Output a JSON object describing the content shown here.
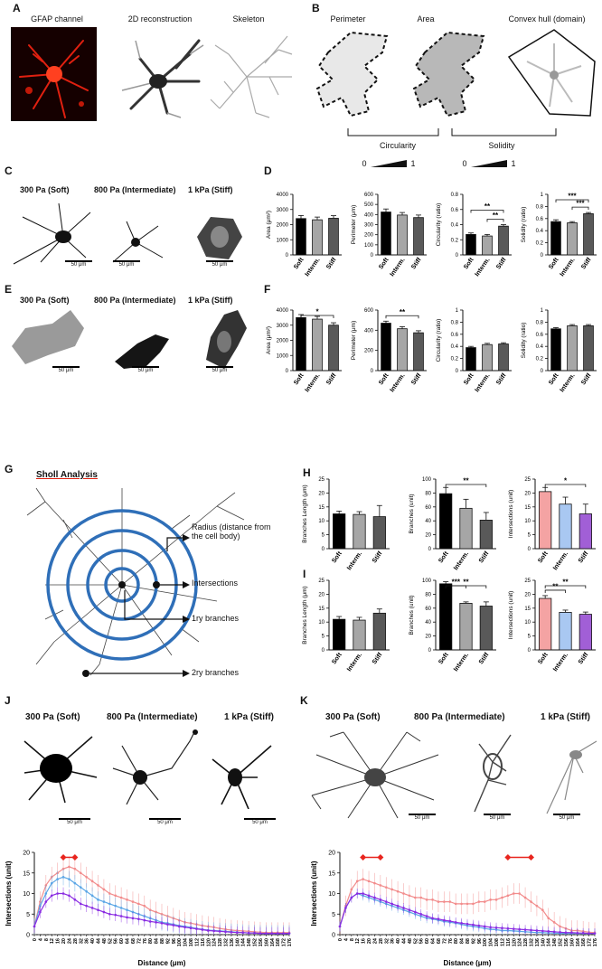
{
  "panel_letters": [
    "A",
    "B",
    "C",
    "D",
    "E",
    "F",
    "G",
    "H",
    "I",
    "J",
    "K"
  ],
  "panelA": {
    "captions": [
      "GFAP channel",
      "2D reconstruction",
      "Skeleton"
    ]
  },
  "panelB": {
    "captions": [
      "Perimeter",
      "Area",
      "Convex hull (domain)"
    ],
    "metrics": [
      "Circularity",
      "Solidity"
    ],
    "scale_min": "0",
    "scale_max": "1"
  },
  "conditions": [
    "300 Pa (Soft)",
    "800 Pa (Intermediate)",
    "1 kPa (Stiff)"
  ],
  "scalebar_label": "50 μm",
  "groups": [
    "Soft",
    "Interm.",
    "Stiff"
  ],
  "colors": {
    "bar_dark": [
      "#000000",
      "#a6a6a6",
      "#595959"
    ],
    "bar_pastel": [
      "#f4a3a3",
      "#a9c8f2",
      "#a15fd6"
    ],
    "line_red": "#f28c8c",
    "line_blue": "#5aa6e6",
    "line_purple": "#8a2be2",
    "marker_red": "#e8251e",
    "accent_blue": "#2f6fb8"
  },
  "panelG": {
    "title": "Sholl Analysis",
    "labels": [
      "Radius (distance from the cell body)",
      "Intersections",
      "1ry branches",
      "2ry branches"
    ]
  },
  "chart_data": [
    {
      "id": "D1",
      "type": "bar",
      "ylabel": "Area (μm²)",
      "ylim": [
        0,
        4000
      ],
      "yticks": [
        0,
        1000,
        2000,
        3000,
        4000
      ],
      "categories": [
        "Soft",
        "Interm.",
        "Stiff"
      ],
      "values": [
        2400,
        2320,
        2420
      ],
      "errors": [
        200,
        180,
        170
      ],
      "sig": []
    },
    {
      "id": "D2",
      "type": "bar",
      "ylabel": "Perimeter (μm)",
      "ylim": [
        0,
        600
      ],
      "yticks": [
        0,
        100,
        200,
        300,
        400,
        500,
        600
      ],
      "categories": [
        "Soft",
        "Interm.",
        "Stiff"
      ],
      "values": [
        425,
        395,
        370
      ],
      "errors": [
        30,
        25,
        25
      ],
      "sig": []
    },
    {
      "id": "D3",
      "type": "bar",
      "ylabel": "Circularity (ratio)",
      "ylim": [
        0,
        0.8
      ],
      "yticks": [
        0.0,
        0.2,
        0.4,
        0.6,
        0.8
      ],
      "categories": [
        "Soft",
        "Interm.",
        "Stiff"
      ],
      "values": [
        0.27,
        0.25,
        0.38
      ],
      "errors": [
        0.02,
        0.02,
        0.02
      ],
      "sig": [
        {
          "from": 0,
          "to": 2,
          "label": "**"
        },
        {
          "from": 1,
          "to": 2,
          "label": "**"
        }
      ]
    },
    {
      "id": "D4",
      "type": "bar",
      "ylabel": "Solidity (ratio)",
      "ylim": [
        0,
        1.0
      ],
      "yticks": [
        0.0,
        0.2,
        0.4,
        0.6,
        0.8,
        1.0
      ],
      "categories": [
        "Soft",
        "Interm.",
        "Stiff"
      ],
      "values": [
        0.55,
        0.53,
        0.68
      ],
      "errors": [
        0.03,
        0.02,
        0.02
      ],
      "sig": [
        {
          "from": 0,
          "to": 2,
          "label": "***"
        },
        {
          "from": 1,
          "to": 2,
          "label": "***"
        }
      ]
    },
    {
      "id": "F1",
      "type": "bar",
      "ylabel": "Area (μm²)",
      "ylim": [
        0,
        4000
      ],
      "yticks": [
        0,
        1000,
        2000,
        3000,
        4000
      ],
      "categories": [
        "Soft",
        "Interm.",
        "Stiff"
      ],
      "values": [
        3500,
        3400,
        3000
      ],
      "errors": [
        200,
        180,
        160
      ],
      "sig": [
        {
          "from": 0,
          "to": 2,
          "label": "*"
        }
      ]
    },
    {
      "id": "F2",
      "type": "bar",
      "ylabel": "Perimeter (μm)",
      "ylim": [
        0,
        600
      ],
      "yticks": [
        0,
        200,
        400,
        600
      ],
      "categories": [
        "Soft",
        "Interm.",
        "Stiff"
      ],
      "values": [
        470,
        415,
        375
      ],
      "errors": [
        20,
        20,
        20
      ],
      "sig": [
        {
          "from": 0,
          "to": 2,
          "label": "**"
        }
      ]
    },
    {
      "id": "F3",
      "type": "bar",
      "ylabel": "Circularity (ratio)",
      "ylim": [
        0,
        1.0
      ],
      "yticks": [
        0.0,
        0.2,
        0.4,
        0.6,
        0.8,
        1.0
      ],
      "categories": [
        "Soft",
        "Interm.",
        "Stiff"
      ],
      "values": [
        0.38,
        0.43,
        0.44
      ],
      "errors": [
        0.02,
        0.02,
        0.02
      ],
      "sig": []
    },
    {
      "id": "F4",
      "type": "bar",
      "ylabel": "Solidity (ratio)",
      "ylim": [
        0,
        1.0
      ],
      "yticks": [
        0.0,
        0.2,
        0.4,
        0.6,
        0.8,
        1.0
      ],
      "categories": [
        "Soft",
        "Interm.",
        "Stiff"
      ],
      "values": [
        0.69,
        0.74,
        0.74
      ],
      "errors": [
        0.02,
        0.02,
        0.02
      ],
      "sig": []
    },
    {
      "id": "H1",
      "type": "bar",
      "ylabel": "Branches Length (μm)",
      "ylim": [
        0,
        25
      ],
      "yticks": [
        0,
        5,
        10,
        15,
        20,
        25
      ],
      "categories": [
        "Soft",
        "Interm.",
        "Stiff"
      ],
      "values": [
        12.5,
        12.3,
        11.5
      ],
      "errors": [
        1,
        1,
        4
      ],
      "sig": []
    },
    {
      "id": "H2",
      "type": "bar",
      "ylabel": "Branches (unit)",
      "ylim": [
        0,
        100
      ],
      "yticks": [
        0,
        20,
        40,
        60,
        80,
        100
      ],
      "categories": [
        "Soft",
        "Interm.",
        "Stiff"
      ],
      "values": [
        79,
        58,
        41
      ],
      "errors": [
        9,
        13,
        11
      ],
      "sig": [
        {
          "from": 0,
          "to": 2,
          "label": "**"
        }
      ]
    },
    {
      "id": "H3",
      "type": "bar",
      "ylabel": "Intersections (unit)",
      "ylim": [
        0,
        25
      ],
      "yticks": [
        0,
        5,
        10,
        15,
        20,
        25
      ],
      "categories": [
        "Soft",
        "Interm.",
        "Stiff"
      ],
      "values": [
        20.5,
        16,
        12.5
      ],
      "errors": [
        1.5,
        2.5,
        3.5
      ],
      "sig": [
        {
          "from": 0,
          "to": 2,
          "label": "*"
        }
      ],
      "pastel": true
    },
    {
      "id": "I1",
      "type": "bar",
      "ylabel": "Branches Length (μm)",
      "ylim": [
        0,
        25
      ],
      "yticks": [
        0,
        5,
        10,
        15,
        20,
        25
      ],
      "categories": [
        "Soft",
        "Interm.",
        "Stiff"
      ],
      "values": [
        11,
        10.7,
        13.2
      ],
      "errors": [
        1,
        1,
        1.5
      ],
      "sig": []
    },
    {
      "id": "I2",
      "type": "bar",
      "ylabel": "Branches (unit)",
      "ylim": [
        0,
        100
      ],
      "yticks": [
        0,
        20,
        40,
        60,
        80,
        100
      ],
      "categories": [
        "Soft",
        "Interm.",
        "Stiff"
      ],
      "values": [
        95,
        67,
        63
      ],
      "errors": [
        3,
        2,
        6
      ],
      "sig": [
        {
          "from": 0,
          "to": 1,
          "label": "***"
        },
        {
          "from": 0,
          "to": 2,
          "label": "**"
        }
      ]
    },
    {
      "id": "I3",
      "type": "bar",
      "ylabel": "Intersections (unit)",
      "ylim": [
        0,
        25
      ],
      "yticks": [
        0,
        5,
        10,
        15,
        20,
        25
      ],
      "categories": [
        "Soft",
        "Interm.",
        "Stiff"
      ],
      "values": [
        18.5,
        13.5,
        12.8
      ],
      "errors": [
        1,
        0.8,
        0.8
      ],
      "sig": [
        {
          "from": 0,
          "to": 1,
          "label": "**"
        },
        {
          "from": 0,
          "to": 2,
          "label": "**"
        }
      ],
      "pastel": true
    },
    {
      "id": "J",
      "type": "line",
      "xlabel": "Distance (μm)",
      "ylabel": "Intersections (unit)",
      "ylim": [
        0,
        20
      ],
      "yticks": [
        0,
        5,
        10,
        15,
        20
      ],
      "xticks": [
        0,
        4,
        8,
        12,
        16,
        20,
        24,
        28,
        32,
        36,
        40,
        44,
        48,
        52,
        56,
        60,
        64,
        68,
        72,
        76,
        80,
        84,
        88,
        92,
        96,
        100,
        104,
        108,
        112,
        116,
        120,
        124,
        128,
        132,
        136,
        140,
        144,
        148,
        152,
        156,
        160,
        164,
        168,
        172,
        176
      ],
      "x": [
        0,
        4,
        8,
        12,
        16,
        20,
        24,
        28,
        32,
        36,
        40,
        44,
        48,
        52,
        56,
        60,
        64,
        68,
        72,
        76,
        80,
        84,
        88,
        92,
        96,
        100,
        104,
        108,
        112,
        116,
        120,
        124,
        128,
        132,
        136,
        140,
        144,
        148,
        152,
        156,
        160,
        164,
        168,
        172,
        176
      ],
      "series": [
        {
          "color": "red",
          "values": [
            2,
            8,
            12,
            14,
            15,
            16,
            16.5,
            16,
            15,
            14,
            13,
            12,
            11,
            10,
            9.5,
            9,
            8.5,
            8,
            7.5,
            7,
            6,
            5.5,
            5,
            4.5,
            4,
            3.5,
            3,
            2.8,
            2.5,
            2.2,
            2,
            1.8,
            1.5,
            1.3,
            1.1,
            1,
            0.9,
            0.8,
            0.7,
            0.6,
            0.5,
            0.5,
            0.5,
            0.5,
            0.5
          ],
          "err": 2.5
        },
        {
          "color": "blue",
          "values": [
            2,
            7,
            10,
            12.5,
            13.5,
            14,
            13.5,
            12.5,
            11.5,
            10.5,
            9.5,
            8.5,
            8,
            7.5,
            7,
            6.5,
            6,
            5.5,
            5,
            4.5,
            4,
            3.5,
            3,
            2.8,
            2.5,
            2.2,
            2,
            1.8,
            1.5,
            1.3,
            1.1,
            1,
            0.9,
            0.8,
            0.7,
            0.6,
            0.5,
            0.4,
            0.4,
            0.3,
            0.3,
            0.3,
            0.3,
            0.3,
            0.3
          ],
          "err": 2
        },
        {
          "color": "purple",
          "values": [
            2,
            5.5,
            8,
            9.5,
            10,
            10,
            9.5,
            8.5,
            7.5,
            7,
            6.5,
            6,
            5.5,
            5,
            4.8,
            4.5,
            4.2,
            4,
            3.8,
            3.5,
            3.2,
            3,
            2.8,
            2.5,
            2.3,
            2,
            1.8,
            1.6,
            1.4,
            1.2,
            1,
            0.9,
            0.8,
            0.7,
            0.6,
            0.5,
            0.5,
            0.4,
            0.4,
            0.3,
            0.3,
            0.3,
            0.3,
            0.3,
            0.3
          ],
          "err": 1.5
        }
      ],
      "marker_span": [
        20,
        28
      ]
    },
    {
      "id": "K",
      "type": "line",
      "xlabel": "Distance (μm)",
      "ylabel": "Intersections (unit)",
      "ylim": [
        0,
        20
      ],
      "yticks": [
        0,
        5,
        10,
        15,
        20
      ],
      "xticks": [
        0,
        4,
        8,
        12,
        16,
        20,
        24,
        28,
        32,
        36,
        40,
        44,
        48,
        52,
        56,
        60,
        64,
        68,
        72,
        76,
        80,
        84,
        88,
        92,
        96,
        100,
        104,
        108,
        112,
        116,
        120,
        124,
        128,
        132,
        136,
        140,
        144,
        148,
        152,
        156,
        160,
        164,
        168,
        172,
        176
      ],
      "x": [
        0,
        4,
        8,
        12,
        16,
        20,
        24,
        28,
        32,
        36,
        40,
        44,
        48,
        52,
        56,
        60,
        64,
        68,
        72,
        76,
        80,
        84,
        88,
        92,
        96,
        100,
        104,
        108,
        112,
        116,
        120,
        124,
        128,
        132,
        136,
        140,
        144,
        148,
        152,
        156,
        160,
        164,
        168,
        172,
        176
      ],
      "series": [
        {
          "color": "red",
          "values": [
            2,
            7,
            11,
            13,
            13.5,
            13,
            12.5,
            12,
            11.5,
            11,
            10.5,
            10,
            9.5,
            9,
            9,
            8.5,
            8.5,
            8,
            8,
            8,
            7.5,
            7.5,
            7.5,
            7.5,
            8,
            8,
            8.5,
            8.5,
            9,
            9.5,
            10,
            10,
            9,
            8,
            7,
            6,
            4,
            3,
            2,
            1.5,
            1,
            1,
            0.8,
            0.6,
            0.5
          ],
          "err": 2.5
        },
        {
          "color": "blue",
          "values": [
            2,
            6.5,
            9,
            10,
            9.5,
            9,
            8.5,
            8,
            7.5,
            7,
            6.5,
            6,
            5.5,
            5,
            4.5,
            4,
            3.8,
            3.5,
            3.2,
            3,
            2.8,
            2.5,
            2.2,
            2,
            1.8,
            1.5,
            1.3,
            1.2,
            1,
            1,
            0.9,
            0.8,
            0.7,
            0.6,
            0.5,
            0.5,
            0.4,
            0.4,
            0.3,
            0.3,
            0.3,
            0.3,
            0.3,
            0.3,
            0.3
          ],
          "err": 1.2
        },
        {
          "color": "purple",
          "values": [
            2,
            6.5,
            9,
            10,
            10,
            9.5,
            9,
            8.5,
            8,
            7.5,
            7,
            6.5,
            6,
            5.5,
            5,
            4.5,
            4,
            3.8,
            3.5,
            3.3,
            3,
            2.8,
            2.6,
            2.4,
            2.2,
            2,
            1.8,
            1.7,
            1.6,
            1.5,
            1.4,
            1.3,
            1.2,
            1.1,
            1,
            0.9,
            0.8,
            0.7,
            0.6,
            0.5,
            0.5,
            0.4,
            0.4,
            0.3,
            0.3
          ],
          "err": 1.2
        }
      ],
      "marker_spans": [
        [
          16,
          28
        ],
        [
          116,
          132
        ]
      ]
    }
  ]
}
